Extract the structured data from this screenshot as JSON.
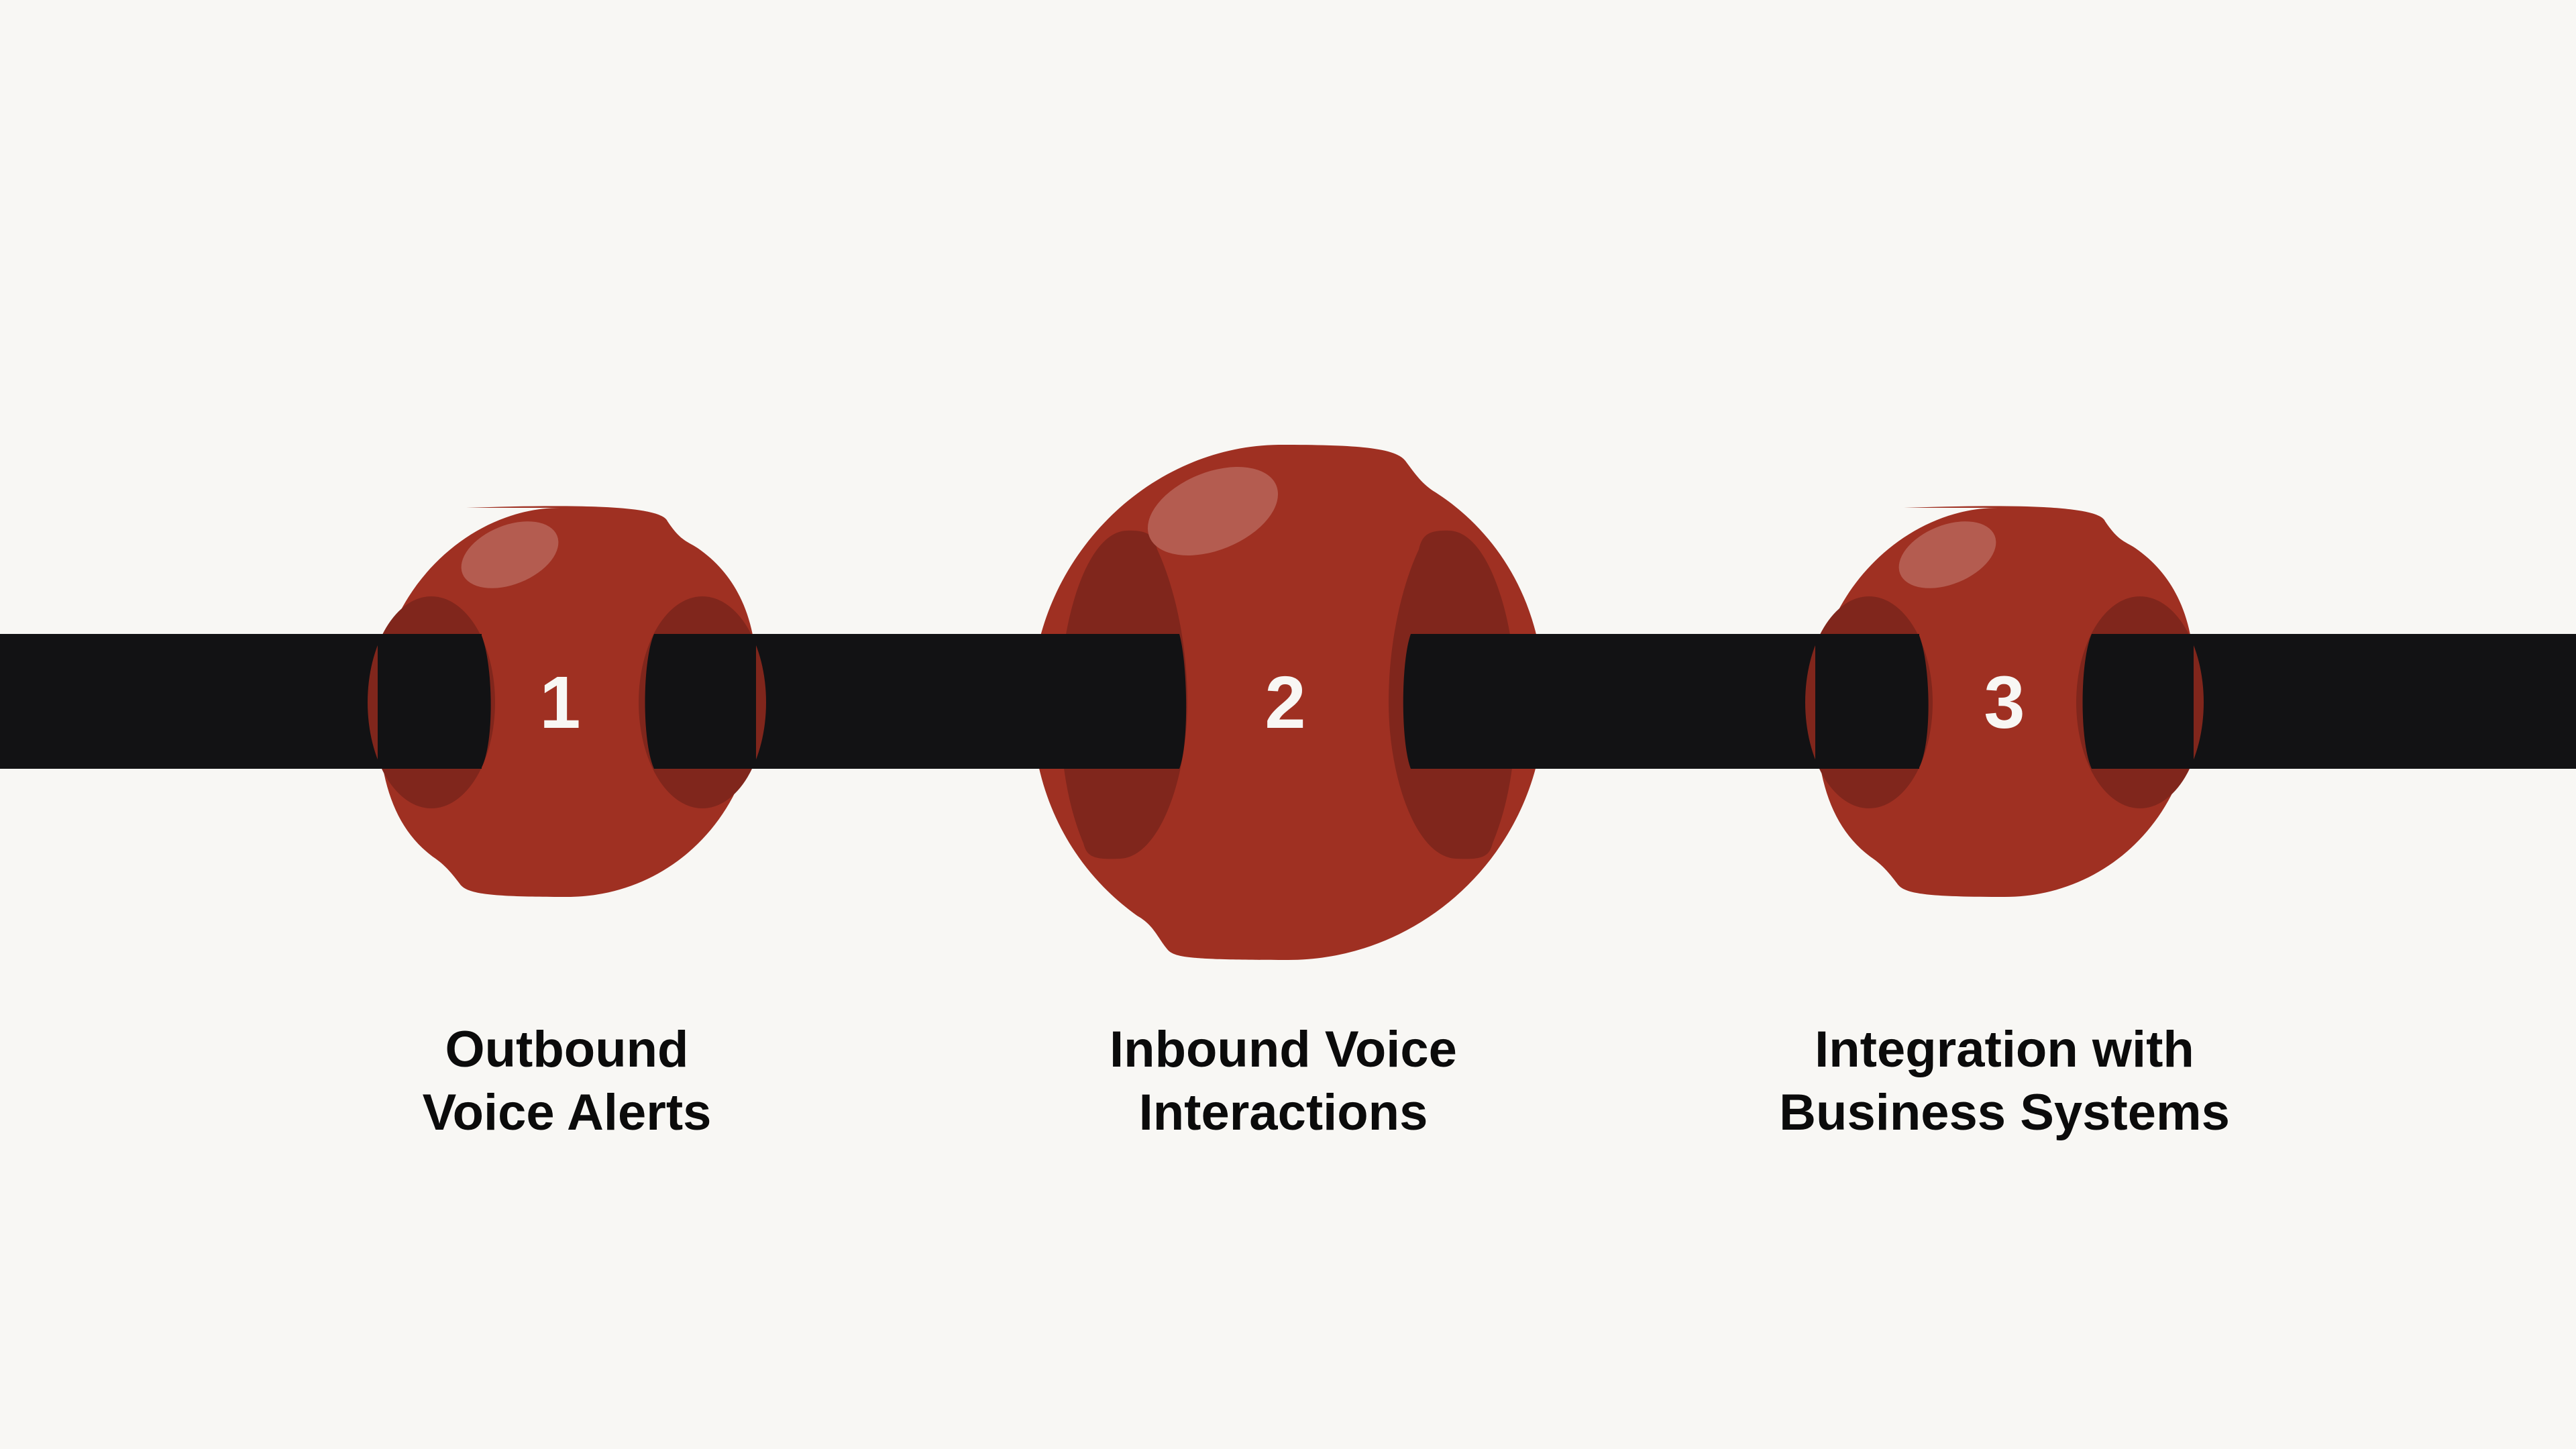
{
  "diagram": {
    "colors": {
      "background": "#f8f7f4",
      "bar": "#121214",
      "bead": "#9f3022",
      "bead_hole": "#80261c",
      "bead_highlight": "#b45c50",
      "number": "#f8f7f4",
      "label_text": "#0b0b0b"
    },
    "steps": [
      {
        "number": "1",
        "label_line1": "Outbound",
        "label_line2": "Voice Alerts"
      },
      {
        "number": "2",
        "label_line1": "Inbound Voice",
        "label_line2": "Interactions"
      },
      {
        "number": "3",
        "label_line1": "Integration with",
        "label_line2": "Business Systems"
      }
    ]
  }
}
